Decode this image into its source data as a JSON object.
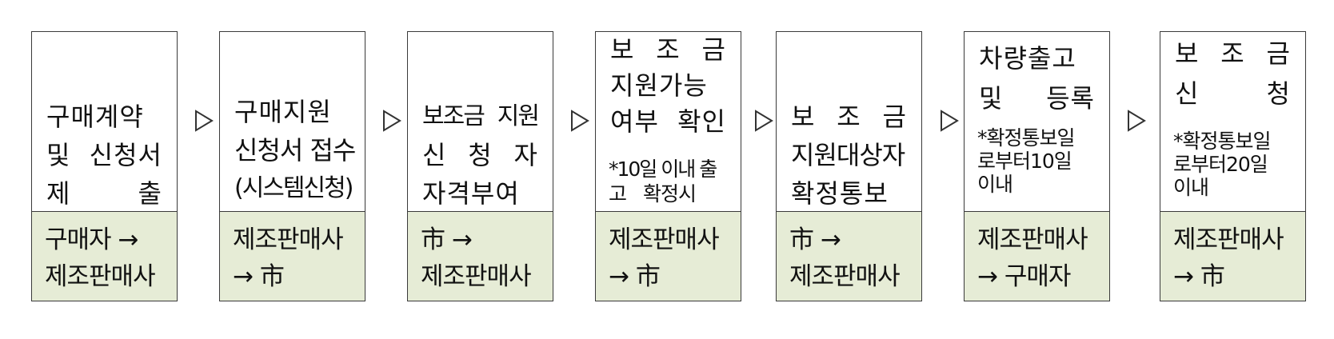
{
  "steps": [
    {
      "main": [
        "구매계약",
        "및 신청서",
        "제 출"
      ],
      "note": [],
      "actor": [
        "구매자 →",
        "제조판매사"
      ]
    },
    {
      "main": [
        "구매지원",
        "신청서 접수",
        "(시스템신청)"
      ],
      "note": [],
      "actor": [
        "제조판매사",
        "→ 市"
      ]
    },
    {
      "main": [
        "보조금 지원",
        "신 청 자",
        "자격부여"
      ],
      "note": [],
      "actor": [
        "市 →",
        "제조판매사"
      ]
    },
    {
      "main": [
        "보 조 금",
        "지원가능",
        "여부 확인"
      ],
      "note": [
        "*10일 이내 출",
        "고 확정시"
      ],
      "actor": [
        "제조판매사",
        "→ 市"
      ]
    },
    {
      "main": [
        "보 조 금",
        "지원대상자",
        "확정통보"
      ],
      "note": [],
      "actor": [
        "市 →",
        "제조판매사"
      ]
    },
    {
      "main": [
        "차량출고",
        "및 등록"
      ],
      "note": [
        "*확정통보일",
        "로부터10일",
        "이내"
      ],
      "actor": [
        "제조판매사",
        "→ 구매자"
      ]
    },
    {
      "main": [
        "보 조 금",
        "신 청"
      ],
      "note": [
        "*확정통보일",
        "로부터20일",
        "이내"
      ],
      "actor": [
        "제조판매사",
        "→ 市"
      ]
    }
  ]
}
